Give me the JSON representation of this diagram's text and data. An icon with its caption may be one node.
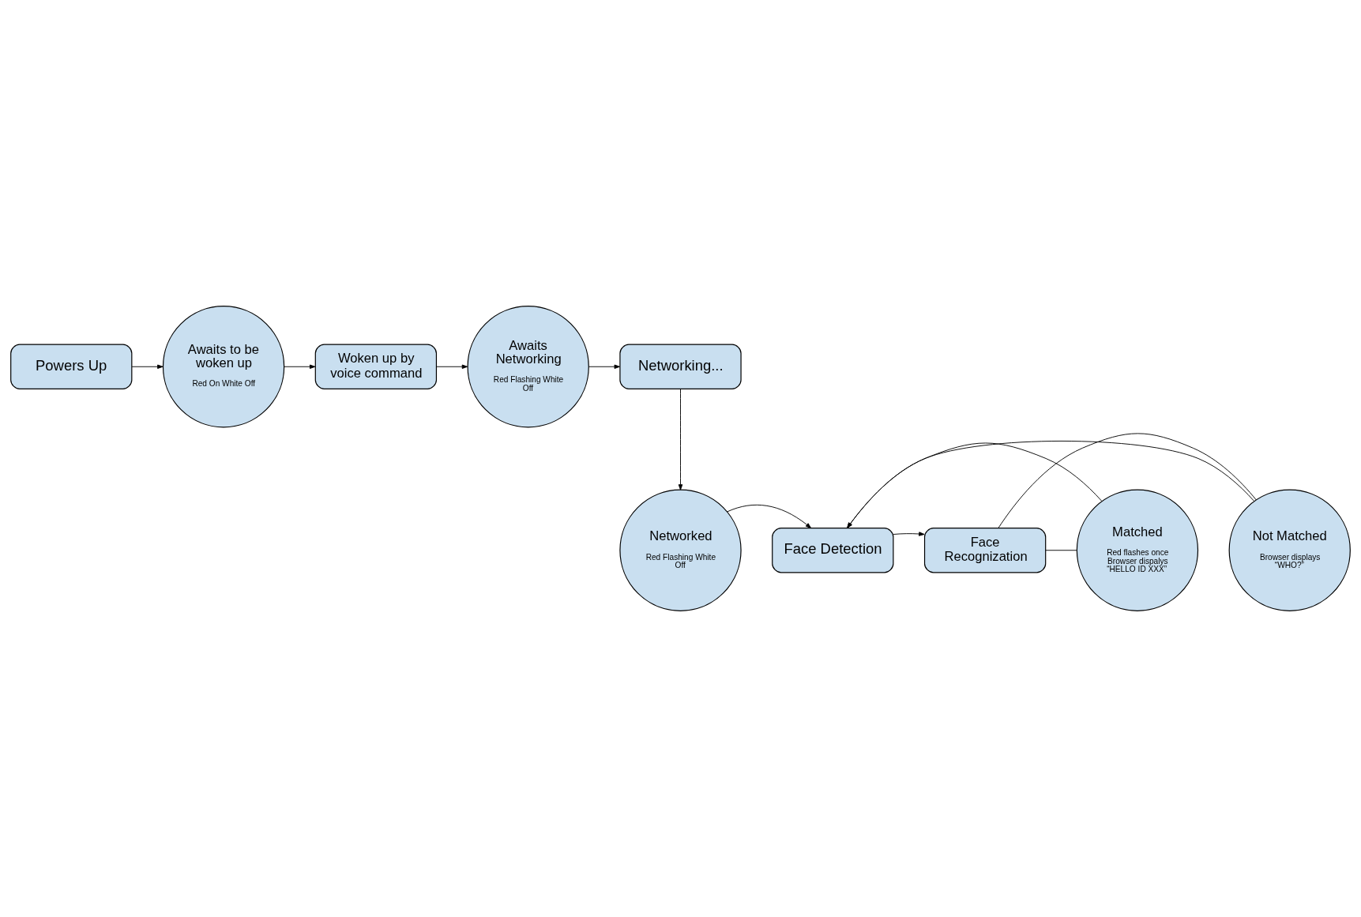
{
  "diagram": {
    "nodes": [
      {
        "text": [
          "Powers Up"
        ]
      },
      {
        "text": [
          "Awaits to be woken up",
          "Red On White Off"
        ]
      },
      {
        "text": [
          "Woken up by voice command"
        ]
      },
      {
        "text": [
          "Awaits Networking",
          "Red Flashing White Off"
        ]
      },
      {
        "text": [
          "Networking..."
        ]
      },
      {
        "text": [
          "Networked",
          "Red Flashing White Off"
        ]
      },
      {
        "text": [
          "Face Detection"
        ]
      },
      {
        "text": [
          "Face Recognization"
        ]
      },
      {
        "text": [
          "Matched",
          "Red flashes once Browser dispalys “HELLO ID XXX”"
        ]
      },
      {
        "text": [
          "Not Matched",
          "Browser displays “WHO?”"
        ]
      }
    ],
    "edges": [
      {
        "from": 0,
        "to": 1,
        "arrow": "to"
      },
      {
        "from": 1,
        "to": 2,
        "arrow": "to"
      },
      {
        "from": 2,
        "to": 3,
        "arrow": "to"
      },
      {
        "from": 3,
        "to": 4,
        "arrow": "to"
      },
      {
        "from": 4,
        "to": 5,
        "arrow": "to"
      },
      {
        "from": 5,
        "to": 6,
        "arrow": "to"
      },
      {
        "from": 6,
        "to": 7,
        "arrow": "to"
      },
      {
        "from": 7,
        "to": 8,
        "arrow": "none"
      },
      {
        "from": 7,
        "to": 9,
        "arrow": "none"
      },
      {
        "from": 8,
        "to": 6,
        "arrow": "to"
      },
      {
        "from": 9,
        "to": 6,
        "arrow": "to"
      }
    ]
  }
}
